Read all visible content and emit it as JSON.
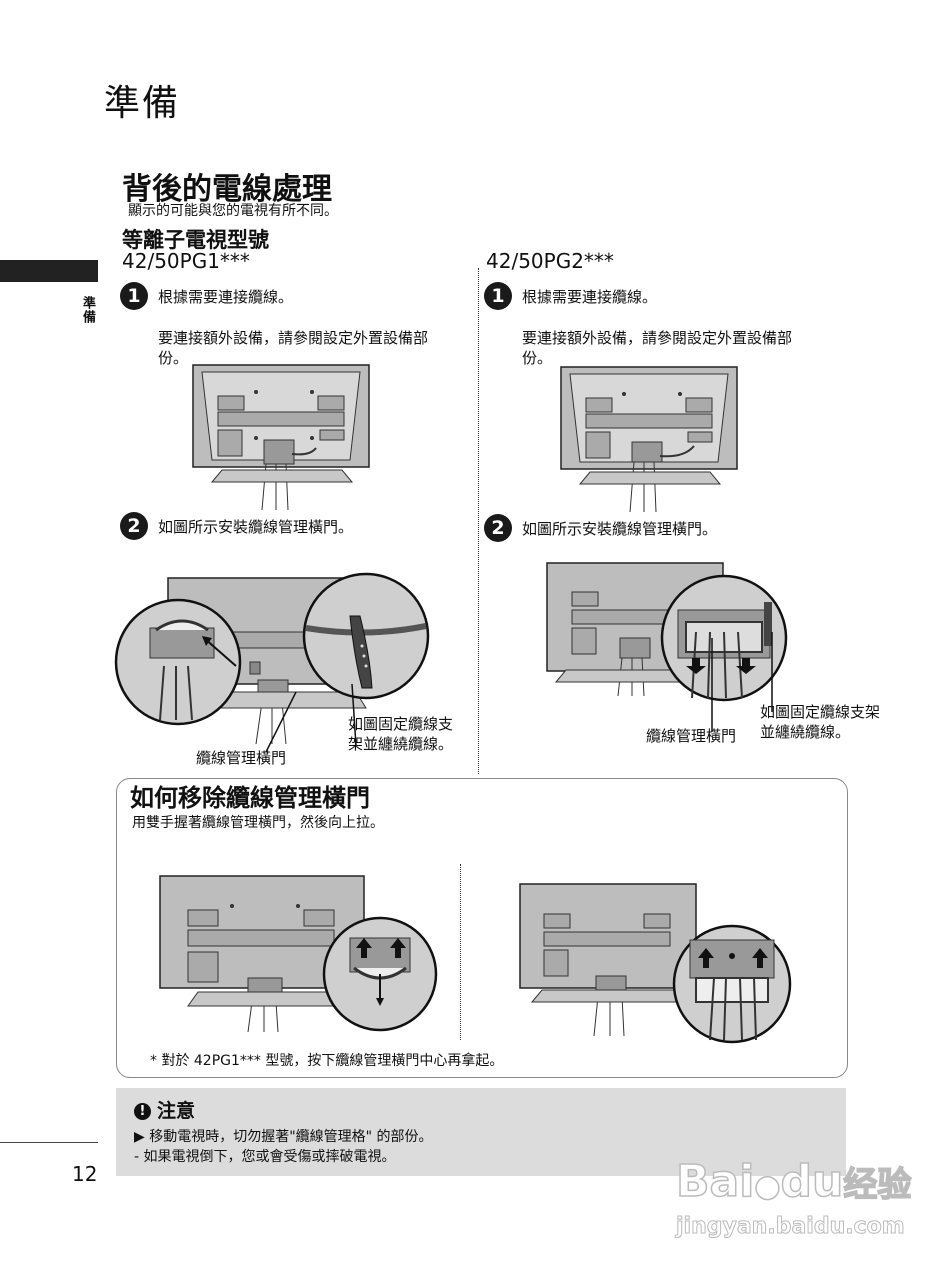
{
  "page": {
    "chapter_title": "準備",
    "side_tab_label": "準備",
    "page_number": "12"
  },
  "section": {
    "title": "背後的電線處理",
    "note": "顯示的可能與您的電視有所不同。",
    "model_heading": "等離子電視型號",
    "model_left": "42/50PG1***",
    "model_right": "42/50PG2***"
  },
  "left_column": {
    "step1_num": "1",
    "step1_text": "根據需要連接纜線。",
    "step1_para_l1": "要連接額外設備，請參閱設定外置設備部",
    "step1_para_l2": "份。",
    "step2_num": "2",
    "step2_text": "如圖所示安裝纜線管理橫門。",
    "callout_fix_l1": "如圖固定纜線支",
    "callout_fix_l2": "架並纏繞纜線。",
    "callout_door": "纜線管理橫門"
  },
  "right_column": {
    "step1_num": "1",
    "step1_text": "根據需要連接纜線。",
    "step1_para_l1": "要連接額外設備，請參閱設定外置設備部",
    "step1_para_l2": "份。",
    "step2_num": "2",
    "step2_text": "如圖所示安裝纜線管理橫門。",
    "callout_fix_l1": "如圖固定纜線支架",
    "callout_fix_l2": "並纏繞纜線。",
    "callout_door": "纜線管理橫門"
  },
  "remove": {
    "title": "如何移除纜線管理橫門",
    "desc": "用雙手握著纜線管理橫門，然後向上拉。",
    "footnote": "* 對於 42PG1*** 型號，按下纜線管理橫門中心再拿起。"
  },
  "caution": {
    "icon": "!",
    "title": "注意",
    "line1": "▶ 移動電視時，切勿握著\"纜線管理格\" 的部份。",
    "line2": "- 如果電視倒下，您或會受傷或摔破電視。"
  },
  "watermark": {
    "brand": "Bai",
    "brand_mid": "du",
    "brand_cn": "经验",
    "url": "jingyan.baidu.com"
  }
}
